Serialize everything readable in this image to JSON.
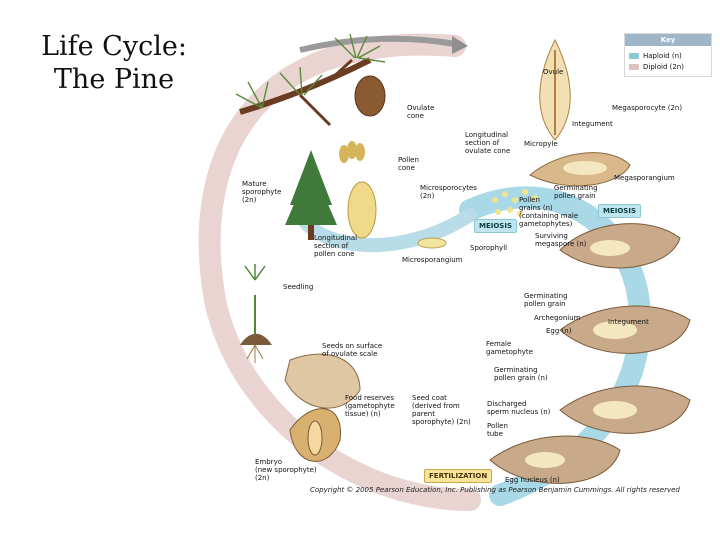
{
  "title": {
    "line1": "Life Cycle:",
    "line2": "The Pine"
  },
  "key": {
    "heading": "Key",
    "haploid": "Haploid (n)",
    "diploid": "Diploid (2n)",
    "haploid_color": "#8ec7d8",
    "diploid_color": "#dcc2c0"
  },
  "labels": {
    "ovule": "Ovule",
    "megasporocyte": "Megasporocyte (2n)",
    "ovulate_cone": "Ovulate\ncone",
    "integument_top": "Integument",
    "longitudinal_ovulate": "Longitudinal\nsection of\novulate cone",
    "micropyle": "Micropyle",
    "pollen_cone": "Pollen\ncone",
    "megasporangium": "Megasporangium",
    "mature_sporophyte": "Mature\nsporophyte\n(2n)",
    "microsporocytes": "Microsporocytes\n(2n)",
    "germinating_pollen_top": "Germinating\npollen grain",
    "pollen_grains": "Pollen\ngrains (n)\n(containing male\ngametophytes)",
    "meiosis_left": "MEIOSIS",
    "meiosis_right": "MEIOSIS",
    "surviving_megaspore": "Surviving\nmegaspore (n)",
    "longitudinal_pollen": "Longitudinal\nsection of\npollen cone",
    "sporophyll": "Sporophyll",
    "microsporangium": "Microsporangium",
    "seedling": "Seedling",
    "germinating_pollen_mid": "Germinating\npollen grain",
    "archegonium": "Archegonium",
    "integument_right": "Integument",
    "egg": "Egg (n)",
    "seeds_on_surface": "Seeds on surface\nof ovulate scale",
    "female_gametophyte": "Female\ngametophyte",
    "germinating_pollen_low": "Germinating\npollen grain (n)",
    "food_reserves": "Food reserves\n(gametophyte\ntissue) (n)",
    "seed_coat": "Seed coat\n(derived from\nparent\nsporophyte) (2n)",
    "discharged_sperm": "Discharged\nsperm nucleus (n)",
    "pollen_tube": "Pollen\ntube",
    "embryo": "Embryo\n(new sporophyte)\n(2n)",
    "fertilization": "FERTILIZATION",
    "egg_nucleus": "Egg nucleus (n)"
  },
  "copyright": "Copyright © 2005 Pearson Education, Inc. Publishing as Pearson Benjamin Cummings. All rights reserved"
}
